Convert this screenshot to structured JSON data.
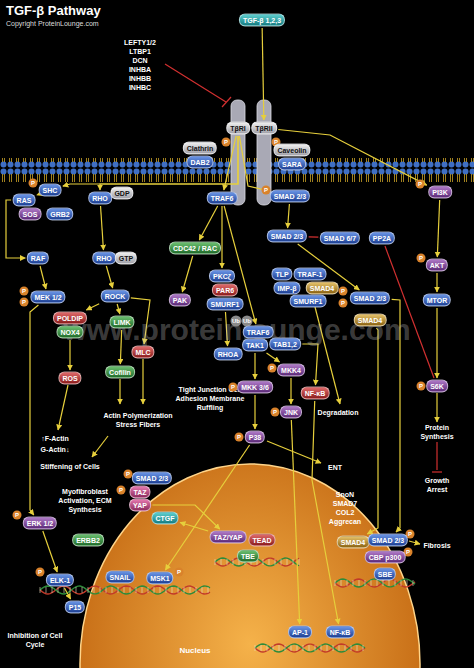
{
  "diagram": {
    "title": "TGF-β Pathway",
    "nodes": [
      {
        "text": [
          "TGF-β 1,2,3"
        ]
      },
      {
        "text": [
          "TβRI"
        ]
      },
      {
        "text": [
          "TβRII"
        ]
      },
      {
        "text": [
          "Clathrin"
        ]
      },
      {
        "text": [
          "DAB2"
        ]
      },
      {
        "text": [
          "Caveolin"
        ]
      },
      {
        "text": [
          "SARA"
        ]
      },
      {
        "text": [
          "SHC"
        ]
      },
      {
        "text": [
          "RAS"
        ]
      },
      {
        "text": [
          "SOS"
        ]
      },
      {
        "text": [
          "GRB2"
        ]
      },
      {
        "text": [
          "RHO"
        ]
      },
      {
        "text": [
          "GDP"
        ]
      },
      {
        "text": [
          "TRAF6"
        ]
      },
      {
        "text": [
          "SMAD 2/3"
        ]
      },
      {
        "text": [
          "PI3K"
        ]
      },
      {
        "text": [
          "SMAD 2/3"
        ]
      },
      {
        "text": [
          "SMAD 6/7"
        ]
      },
      {
        "text": [
          "PP2A"
        ]
      },
      {
        "text": [
          "RHO"
        ]
      },
      {
        "text": [
          "GTP"
        ]
      },
      {
        "text": [
          "CDC42 / RAC"
        ]
      },
      {
        "text": [
          "RAF"
        ]
      },
      {
        "text": [
          "AKT"
        ]
      },
      {
        "text": [
          "PKCζ"
        ]
      },
      {
        "text": [
          "PAR6"
        ]
      },
      {
        "text": [
          "SMURF1"
        ]
      },
      {
        "text": [
          "TLP"
        ]
      },
      {
        "text": [
          "TRAF-1"
        ]
      },
      {
        "text": [
          "IMP-β"
        ]
      },
      {
        "text": [
          "SMAD4"
        ]
      },
      {
        "text": [
          "SMURF1"
        ]
      },
      {
        "text": [
          "MEK 1/2"
        ]
      },
      {
        "text": [
          "ROCK"
        ]
      },
      {
        "text": [
          "PAK"
        ]
      },
      {
        "text": [
          "SMAD 2/3"
        ]
      },
      {
        "text": [
          "SMAD4"
        ]
      },
      {
        "text": [
          "MTOR"
        ]
      },
      {
        "text": [
          "POLDIP"
        ]
      },
      {
        "text": [
          "NOX4"
        ]
      },
      {
        "text": [
          "LIMK"
        ]
      },
      {
        "text": [
          "TRAF6"
        ]
      },
      {
        "text": [
          "TAK1"
        ]
      },
      {
        "text": [
          "TAB1,2"
        ]
      },
      {
        "text": [
          "RHOA"
        ]
      },
      {
        "text": [
          "MLC"
        ]
      },
      {
        "text": [
          "ROS"
        ]
      },
      {
        "text": [
          "MKK4"
        ]
      },
      {
        "text": [
          "Cofilin"
        ]
      },
      {
        "text": [
          "MKK 3/6"
        ]
      },
      {
        "text": [
          "NF-κB"
        ]
      },
      {
        "text": [
          "S6K"
        ]
      },
      {
        "text": [
          "JNK"
        ]
      },
      {
        "text": [
          "P38"
        ]
      },
      {
        "text": [
          "SMAD 2/3"
        ]
      },
      {
        "text": [
          "TAZ"
        ]
      },
      {
        "text": [
          "YAP"
        ]
      },
      {
        "text": [
          "ERK 1/2"
        ]
      },
      {
        "text": [
          "CTGF"
        ]
      },
      {
        "text": [
          "ERBB2"
        ]
      },
      {
        "text": [
          "ELK-1"
        ]
      },
      {
        "text": [
          "P15"
        ]
      },
      {
        "text": [
          "Nucleus"
        ]
      },
      {
        "text": [
          "TAZ/YAP"
        ],
        "in": 62
      },
      {
        "text": [
          "TEAD"
        ],
        "in": 62
      },
      {
        "text": [
          "TBE"
        ],
        "in": 62
      },
      {
        "text": [
          "SMAD4"
        ],
        "in": 62
      },
      {
        "text": [
          "SMAD 2/3"
        ],
        "in": 62
      },
      {
        "text": [
          "CBP p300"
        ],
        "in": 62
      },
      {
        "text": [
          "SBE"
        ],
        "in": 62
      },
      {
        "text": [
          "SNAIL"
        ],
        "in": 62
      },
      {
        "text": [
          "MSK1"
        ],
        "in": 62
      },
      {
        "text": [
          "AP-1"
        ],
        "in": 62
      },
      {
        "text": [
          "NF-κB"
        ],
        "in": 62
      }
    ],
    "edges": [
      {
        "from": 0,
        "to": 2,
        "arrow": "to"
      },
      {
        "from": 1,
        "to": 7,
        "arrow": "to"
      },
      {
        "from": 7,
        "to": 8,
        "arrow": "to"
      },
      {
        "from": 8,
        "to": 22,
        "arrow": "to"
      },
      {
        "from": 22,
        "to": 32,
        "arrow": "to"
      },
      {
        "from": 32,
        "to": 57,
        "arrow": "to"
      },
      {
        "from": 57,
        "to": 60,
        "arrow": "to"
      },
      {
        "from": 60,
        "to": 61,
        "arrow": "to"
      },
      {
        "from": 1,
        "to": 11,
        "arrow": "to"
      },
      {
        "from": 11,
        "to": 19,
        "arrow": "to"
      },
      {
        "from": 19,
        "to": 33,
        "arrow": "to"
      },
      {
        "from": 33,
        "to": 40,
        "arrow": "to"
      },
      {
        "from": 33,
        "to": 45,
        "arrow": "to"
      },
      {
        "from": 33,
        "to": 38,
        "arrow": "to"
      },
      {
        "from": 39,
        "to": 46,
        "arrow": "to"
      },
      {
        "from": 40,
        "to": 48,
        "arrow": "to"
      },
      {
        "from": 1,
        "to": 13,
        "arrow": "to"
      },
      {
        "from": 13,
        "to": 21,
        "arrow": "to"
      },
      {
        "from": 21,
        "to": 34,
        "arrow": "to"
      },
      {
        "from": 13,
        "to": 24,
        "arrow": "to"
      },
      {
        "from": 26,
        "to": 44,
        "arrow": "to"
      },
      {
        "from": 13,
        "to": 41,
        "arrow": "to"
      },
      {
        "from": 42,
        "to": 47,
        "arrow": "to"
      },
      {
        "from": 42,
        "to": 49,
        "arrow": "to"
      },
      {
        "from": 43,
        "to": 50,
        "arrow": "to"
      },
      {
        "from": 47,
        "to": 52,
        "arrow": "to"
      },
      {
        "from": 49,
        "to": 53,
        "arrow": "to"
      },
      {
        "from": 1,
        "to": 14,
        "arrow": "to"
      },
      {
        "from": 14,
        "to": 16,
        "arrow": "to"
      },
      {
        "from": 17,
        "to": 16,
        "arrow": "none"
      },
      {
        "from": 16,
        "to": 35,
        "arrow": "to"
      },
      {
        "from": 36,
        "to": 66,
        "arrow": "to"
      },
      {
        "from": 35,
        "to": 67,
        "arrow": "to"
      },
      {
        "from": 2,
        "to": 15,
        "arrow": "to"
      },
      {
        "from": 15,
        "to": 23,
        "arrow": "to"
      },
      {
        "from": 23,
        "to": 37,
        "arrow": "to"
      },
      {
        "from": 37,
        "to": 51,
        "arrow": "to"
      },
      {
        "from": 18,
        "to": 51,
        "arrow": "none"
      },
      {
        "from": 52,
        "to": 72,
        "arrow": "to"
      },
      {
        "from": 53,
        "to": 71,
        "arrow": "to"
      },
      {
        "from": 50,
        "to": 73,
        "arrow": "to"
      },
      {
        "from": 56,
        "to": 63,
        "arrow": "to"
      },
      {
        "from": 63,
        "to": 58,
        "arrow": "to"
      }
    ],
    "labels": [
      "Copyright ProteinLounge.com",
      "LEFTY1/2",
      "LTBP1",
      "DCN",
      "INHBA",
      "INHBB",
      "INHBC",
      "Tight Junction Cell Adhesion Membrane Ruffling",
      "Degradation",
      "Protein Synthesis",
      "↑F-Actin",
      "G-Actin↓",
      "Actin Polymerization Stress Fibers",
      "Stiffening of Cells",
      "Myofibroblast Activation, ECM Synthesis",
      "ENT",
      "Growth Arrest",
      "SnoN SMAD7 COL2 Aggrecan",
      "Fibrosis",
      "Inhibition of Cell Cycle",
      "www.proteinlounge.com",
      "Ub",
      "Ub",
      "P",
      "P",
      "P",
      "P",
      "P",
      "P",
      "P",
      "P",
      "P",
      "P",
      "P",
      "P",
      "P",
      "P",
      "P",
      "P",
      "P",
      "P",
      "P",
      "P",
      "P",
      "P"
    ]
  }
}
